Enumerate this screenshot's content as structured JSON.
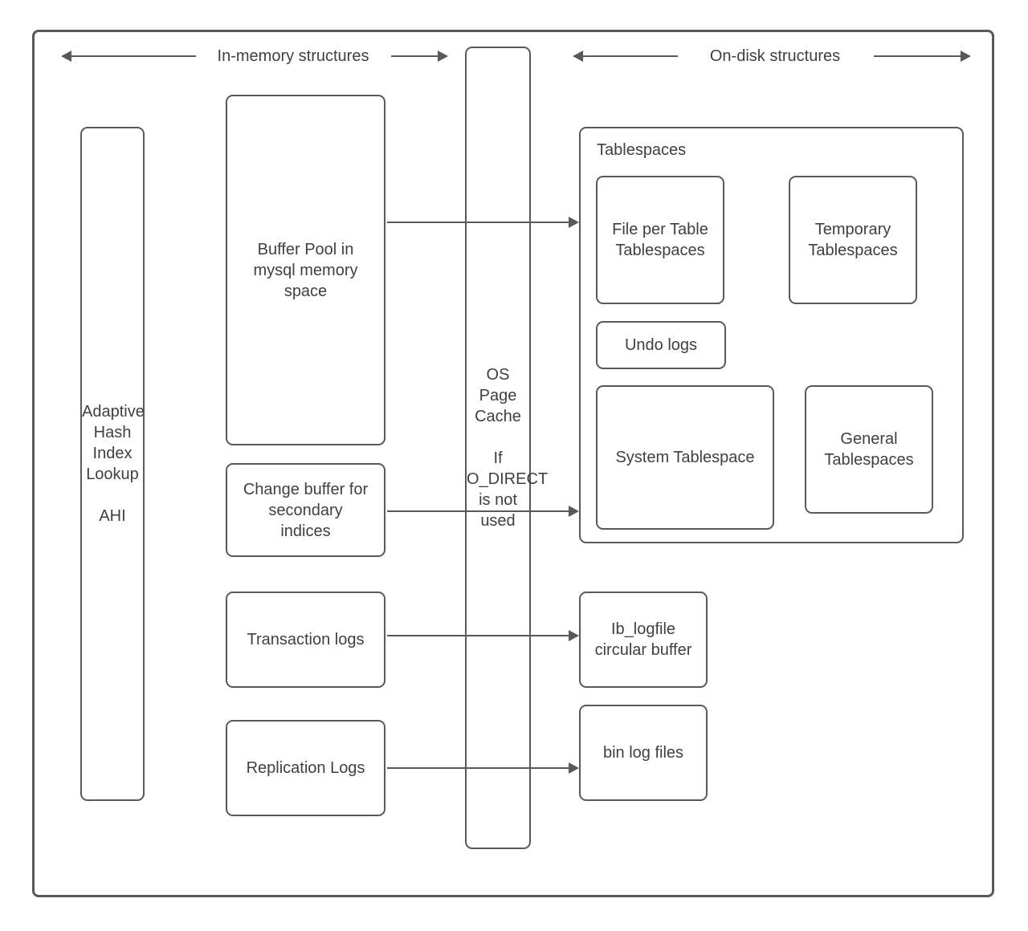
{
  "diagram": {
    "title_region_headers": {
      "in_memory": "In-memory structures",
      "on_disk": "On-disk structures"
    },
    "boxes": {
      "ahi": "Adaptive Hash Index Lookup\n\nAHI",
      "buffer_pool": "Buffer Pool in\nmysql memory\nspace",
      "change_buffer": "Change buffer for\nsecondary\nindices",
      "transaction_logs": "Transaction logs",
      "replication_logs": "Replication Logs",
      "os_page_cache": "OS\nPage\nCache\n\nIf\nO_DIRECT\nis not\nused",
      "tablespaces_group": "Tablespaces",
      "file_per_table": "File per Table\nTablespaces",
      "temporary_tablespaces": "Temporary\nTablespaces",
      "undo_logs": "Undo logs",
      "system_tablespace": "System Tablespace",
      "general_tablespaces": "General\nTablespaces",
      "ib_logfile": "Ib_logfile\ncircular buffer",
      "bin_log_files": "bin log files"
    },
    "colors": {
      "stroke": "#595959",
      "text": "#404040",
      "background": "#ffffff"
    }
  }
}
